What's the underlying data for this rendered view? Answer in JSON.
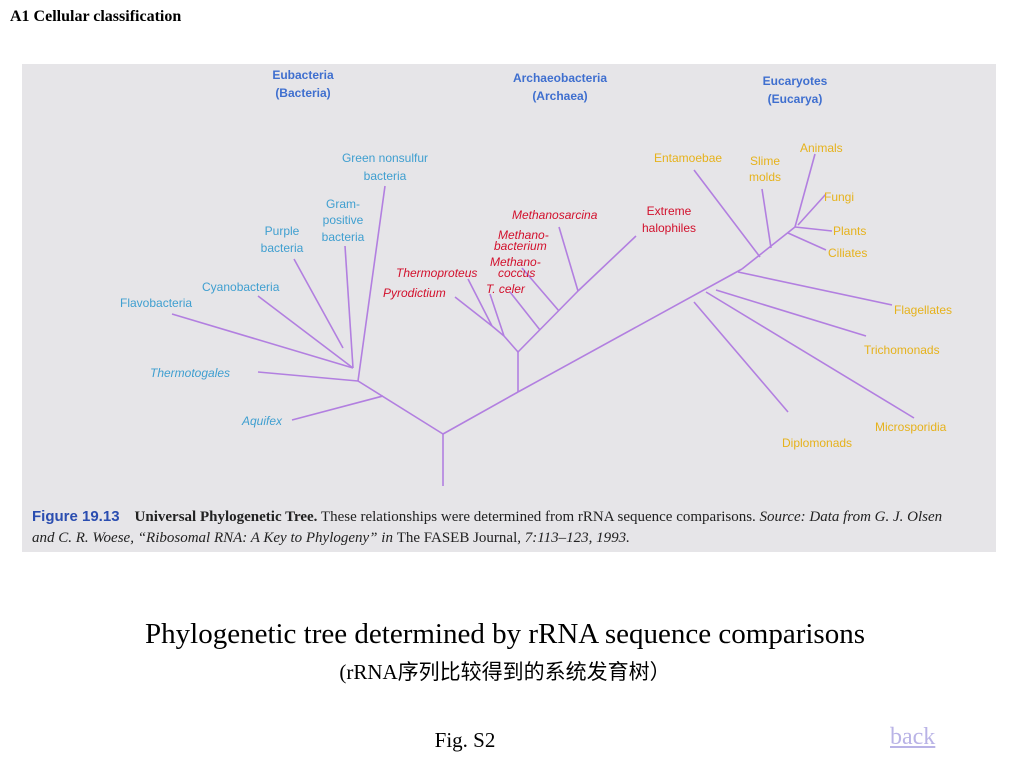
{
  "slide": {
    "section_title": "A1 Cellular classification",
    "main_caption": "Phylogenetic tree determined by rRNA sequence comparisons",
    "sub_caption": "(rRNA序列比较得到的系统发育树）",
    "figure_label": "Fig. S2",
    "back_link": "back"
  },
  "figure": {
    "domains": {
      "bacteria": [
        "Eubacteria",
        "(Bacteria)"
      ],
      "archaea": [
        "Archaeobacteria",
        "(Archaea)"
      ],
      "eukarya": [
        "Eucaryotes",
        "(Eucarya)"
      ]
    },
    "bacteria_groups": {
      "green_nonsulfur": [
        "Green nonsulfur",
        "bacteria"
      ],
      "gram_positive": [
        "Gram-",
        "positive",
        "bacteria"
      ],
      "purple": [
        "Purple",
        "bacteria"
      ],
      "cyanobacteria": "Cyanobacteria",
      "flavobacteria": "Flavobacteria",
      "thermotogales": "Thermotogales",
      "aquifex": "Aquifex"
    },
    "archaea_groups": {
      "methanosarcina": "Methanosarcina",
      "methanobacterium": [
        "Methano-",
        "bacterium"
      ],
      "methanococcus": [
        "Methano-",
        "coccus"
      ],
      "thermoproteus": "Thermoproteus",
      "pyrodictium": "Pyrodictium",
      "t_celer": "T. celer",
      "extreme_halophiles": [
        "Extreme",
        "halophiles"
      ]
    },
    "eukarya_groups": {
      "entamoebae": "Entamoebae",
      "slime_molds": [
        "Slime",
        "molds"
      ],
      "animals": "Animals",
      "fungi": "Fungi",
      "plants": "Plants",
      "ciliates": "Ciliates",
      "flagellates": "Flagellates",
      "trichomonads": "Trichomonads",
      "microsporidia": "Microsporidia",
      "diplomonads": "Diplomonads"
    },
    "caption": {
      "number": "Figure 19.13",
      "title": "Universal Phylogenetic Tree.",
      "text": " These relationships were determined from rRNA sequence comparisons. ",
      "source_a": "Source: Data from G. J. Olsen",
      "source_b": "and C. R. Woese, “Ribosomal RNA: A Key to Phylogeny” in ",
      "journal": "The FASEB Journal, ",
      "citation": "7:113–123, 1993."
    },
    "colors": {
      "bacteria": "#3f9fd0",
      "archaea": "#d2102c",
      "eukarya": "#e6b21c",
      "domain_headers": "#3f6fcf",
      "branches": "#b27fe0"
    }
  }
}
